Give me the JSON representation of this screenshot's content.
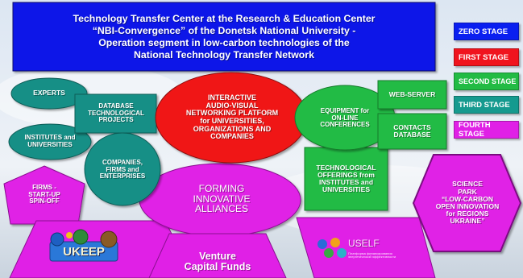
{
  "title": "Technology Transfer Center at the Research & Education Center\n“NBI-Convergence” of the Donetsk National University -\nOperation segment in low-carbon technologies of the\nNational Technology Transfer Network",
  "legend": [
    {
      "label": "ZERO STAGE",
      "color": "#0a1ff0"
    },
    {
      "label": "FIRST STAGE",
      "color": "#f0141e"
    },
    {
      "label": "SECOND STAGE",
      "color": "#22bb44"
    },
    {
      "label": "THIRD STAGE",
      "color": "#159a8f"
    },
    {
      "label": "FOURTH STAGE",
      "color": "#e020e6"
    }
  ],
  "nodes": {
    "experts": "EXPERTS",
    "institutes_universities": "INSTITUTES and\nUNIVERSITIES",
    "database_projects": "DATABASE\nTECHNOLOGICAL\nPROJECTS",
    "companies": "COMPANIES,\nFIRMS and\nENTERPRISES",
    "firms_startup": "FIRMS -\nSTART-UP\nSPIN-OFF",
    "platform": "INTERACTIVE\nAUDIO-VISUAL\nNETWORKING PLATFORM\nfor UNIVERSITIES,\nORGANIZATIONS AND\nCOMPANIES",
    "equipment": "EQUIPMENT for\nON-LINE\nCONFERENCES",
    "web_server": "WEB-SERVER",
    "contacts_db": "CONTACTS\nDATABASE",
    "tech_offerings": "TECHNOLOGICAL\nOFFERINGS from\nINSTITUTES and\nUNIVERSITIES",
    "forming_alliances": "FORMING\nINNOVATIVE\nALLIANCES",
    "venture": "Venture\nCapital Funds",
    "science_park": "SCIENCE\nPARK\n“LOW-CARBON\nOPEN INNOVATION\nfor REGIONS\nUKRAINE”"
  },
  "logos": {
    "ukeep": "UKEEP",
    "uself": "USELF",
    "uself_sub": "Платформа финансирования\nэнергетической эффективности"
  }
}
